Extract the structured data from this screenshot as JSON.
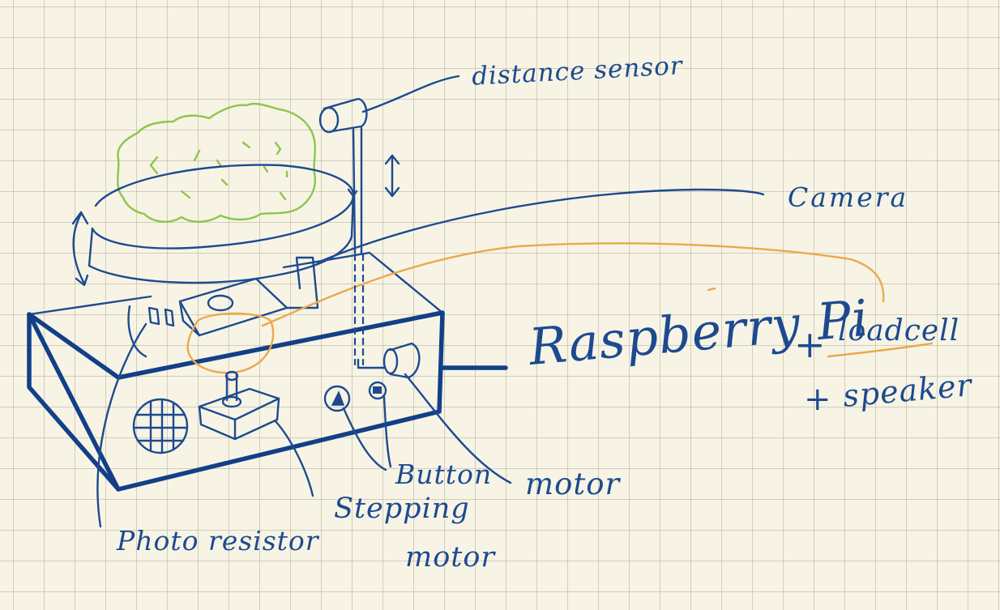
{
  "labels": {
    "distance_sensor": "distance sensor",
    "camera": "Camera",
    "raspberry_pi": "Raspberry Pi",
    "plus_1": "+",
    "loadcell": "loadcell",
    "plus_2": "+",
    "speaker": "speaker",
    "button": "Button",
    "motor": "motor",
    "stepping": "Stepping",
    "stepping_motor": "motor",
    "photo_resistor": "Photo resistor"
  },
  "colors": {
    "paper": "#f7f4e6",
    "grid": "#b4af96",
    "ink_blue": "#1d4a8f",
    "ink_navy": "#123f88",
    "highlight_orange": "#e9a94a",
    "plant_green": "#8fc54a"
  }
}
